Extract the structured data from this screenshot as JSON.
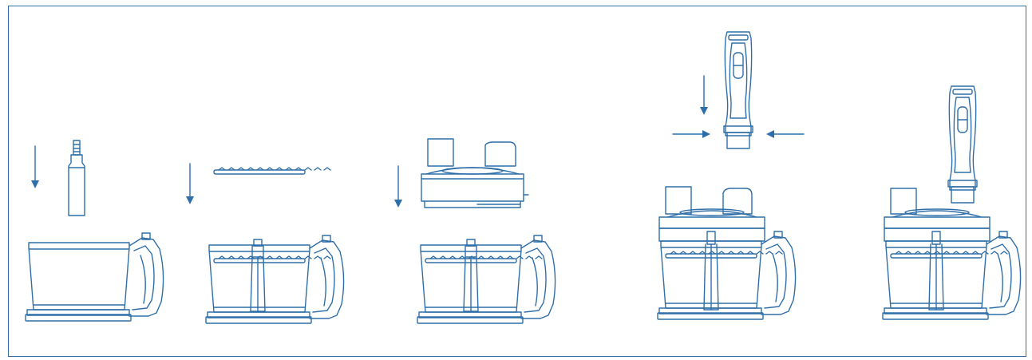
{
  "figure": {
    "steps": [
      {
        "id": 1,
        "component": "drive-shaft"
      },
      {
        "id": 2,
        "component": "blade-disc"
      },
      {
        "id": 3,
        "component": "lid"
      },
      {
        "id": 4,
        "component": "hand-blender-motor"
      },
      {
        "id": 5,
        "component": "assembled-unit"
      }
    ],
    "colors": {
      "line": "#2f6ea8",
      "background": "#ffffff"
    },
    "icons": [
      "down-arrow-icon",
      "right-arrow-icon",
      "left-arrow-icon"
    ]
  }
}
